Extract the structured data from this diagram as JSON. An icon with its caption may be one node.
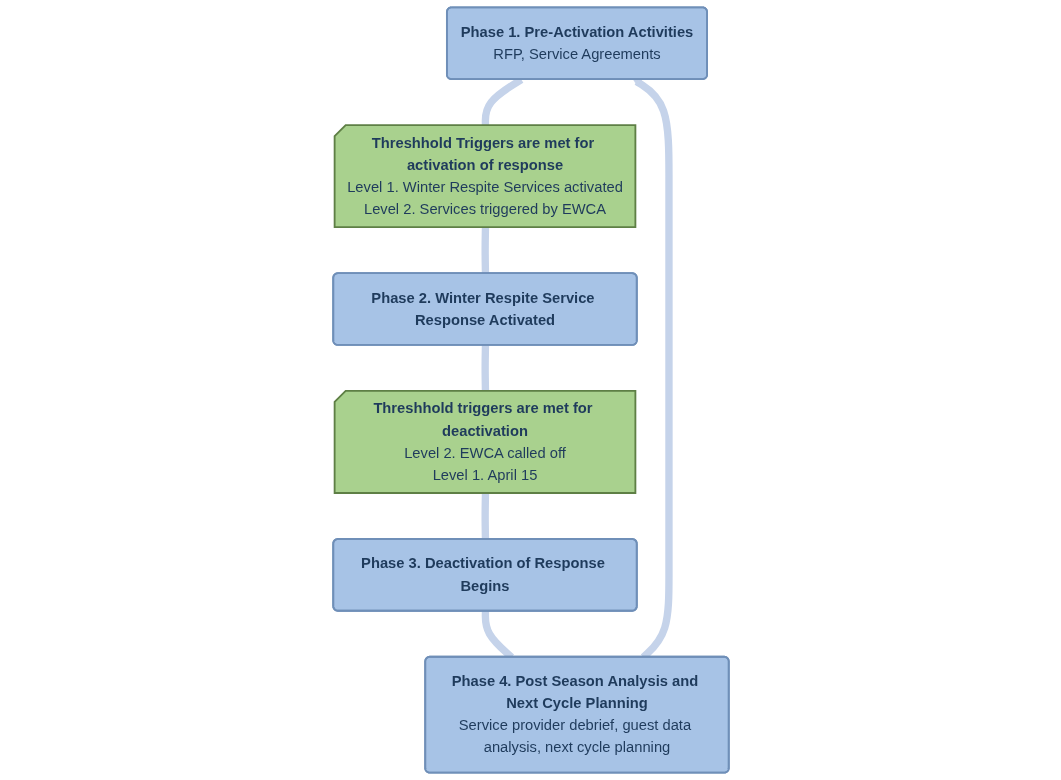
{
  "diagram": {
    "nodes": [
      {
        "text": [
          "Phase 1. Pre-Activation Activities",
          "RFP, Service Agreements"
        ]
      },
      {
        "text": [
          "Phase 4. Post Season Analysis and Next Cycle Planning",
          "Service provider debrief, guest data analysis, next cycle planning"
        ]
      },
      {
        "text": [
          "Threshhold Triggers are met for activation of response",
          "Level 1. Winter Respite Services activated",
          "Level 2. Services triggered by EWCA"
        ]
      },
      {
        "text": [
          "Phase 3. Deactivation of Response Begins"
        ]
      },
      {
        "text": [
          "Phase 2. Winter Respite Service Response Activated"
        ]
      },
      {
        "text": [
          "Threshhold triggers are met for deactivation",
          "Level 2. EWCA called off",
          "Level 1. April 15"
        ]
      }
    ],
    "edges": [
      {
        "from": 0,
        "to": 2,
        "arrow": "none"
      },
      {
        "from": 2,
        "to": 4,
        "arrow": "none"
      },
      {
        "from": 4,
        "to": 5,
        "arrow": "none"
      },
      {
        "from": 5,
        "to": 3,
        "arrow": "none"
      },
      {
        "from": 3,
        "to": 1,
        "arrow": "none"
      },
      {
        "from": 1,
        "to": 0,
        "arrow": "to"
      }
    ]
  }
}
